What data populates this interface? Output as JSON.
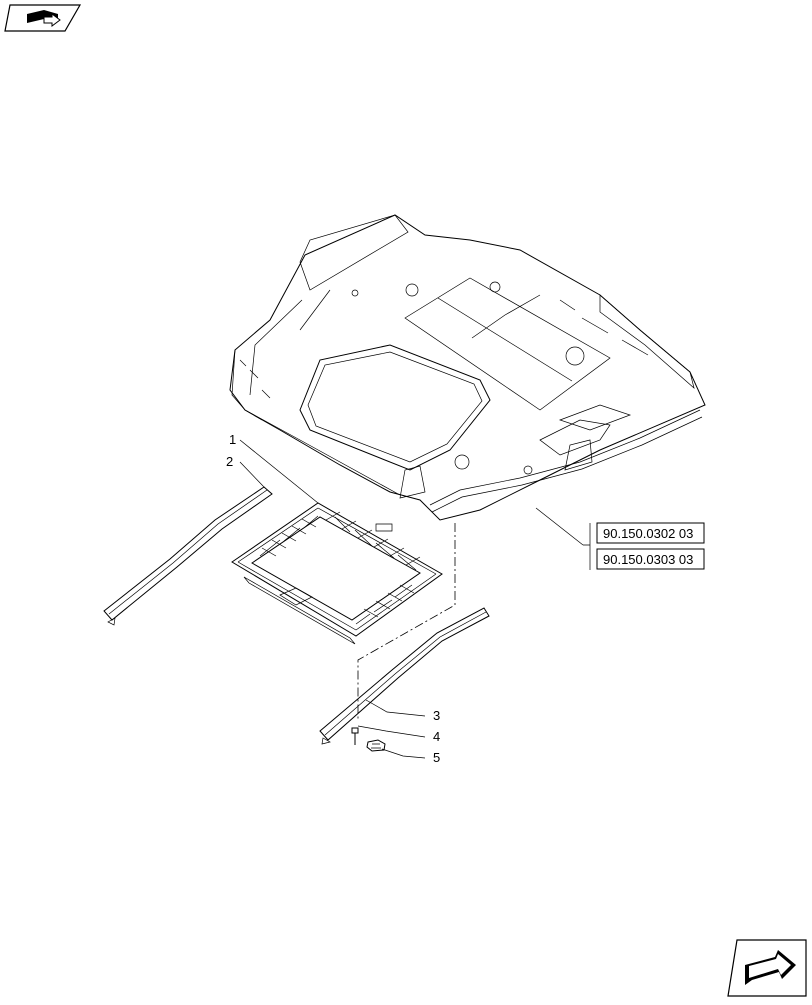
{
  "callouts": [
    {
      "number": "1"
    },
    {
      "number": "2"
    },
    {
      "number": "3"
    },
    {
      "number": "4"
    },
    {
      "number": "5"
    }
  ],
  "references": [
    {
      "code": "90.150.0302 03"
    },
    {
      "code": "90.150.0303 03"
    }
  ],
  "icons": {
    "top_left": "book-arrow-icon",
    "bottom_right": "next-page-arrow-icon"
  }
}
